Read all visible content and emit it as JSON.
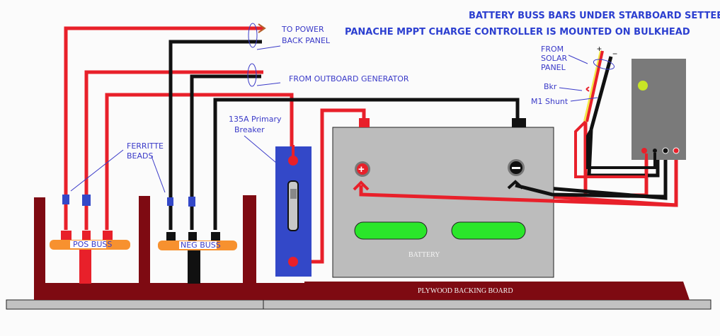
{
  "titles": {
    "line1": "BATTERY BUSS BARS UNDER STARBOARD SETTEE.",
    "line2": "PANACHE MPPT CHARGE CONTROLLER IS MOUNTED  ON BULKHEAD"
  },
  "labels": {
    "to_power_line1": "TO POWER",
    "to_power_line2": "BACK PANEL",
    "from_outboard": "FROM OUTBOARD GENERATOR",
    "primary_breaker_line1": "135A Primary",
    "primary_breaker_line2": "Breaker",
    "ferrite_line1": "FERRITTE",
    "ferrite_line2": "BEADS",
    "pos_buss": "POS BUSS",
    "neg_buss": "NEG BUSS",
    "battery": "BATTERY",
    "plywood": "PLYWOOD BACKING BOARD",
    "solar_line1": "FROM",
    "solar_line2": "SOLAR",
    "solar_line3": "PANEL",
    "bkr": "Bkr",
    "shunt": "M1 Shunt",
    "plus": "+",
    "minus": "−"
  },
  "colors": {
    "pos_wire": "#e8202a",
    "neg_wire": "#111111",
    "buss_bar": "#f7912f",
    "board": "#7e0a12",
    "breaker": "#3348c8",
    "battery_body": "#bcbcbc",
    "indicator": "#2ae62a",
    "controller": "#7a7a7a",
    "label_blue": "#3a3ac8"
  }
}
